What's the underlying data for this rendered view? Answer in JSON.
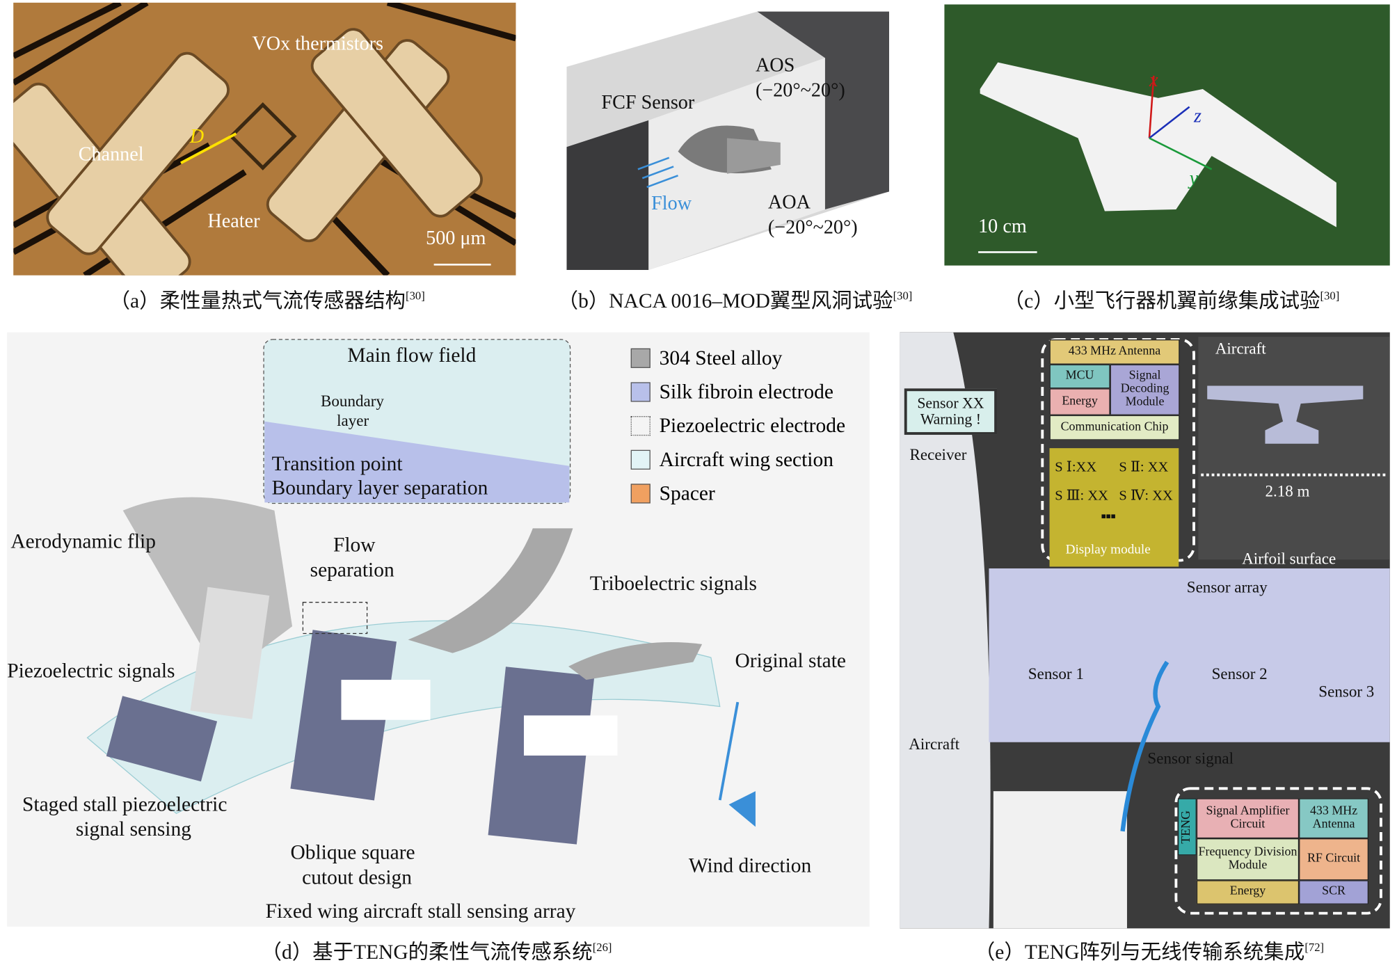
{
  "panel_a": {
    "labels": {
      "thermistors": "VOx thermistors",
      "channel": "Channel",
      "d": "D",
      "heater": "Heater",
      "scale": "500 μm"
    },
    "caption": "（a）柔性量热式气流传感器结构",
    "ref": "[30]"
  },
  "panel_b": {
    "labels": {
      "sensor": "FCF Sensor",
      "aos": "AOS",
      "aos_range": "(−20°~20°)",
      "flow": "Flow",
      "aoa": "AOA",
      "aoa_range": "(−20°~20°)"
    },
    "caption": "（b）NACA 0016–MOD翼型风洞试验",
    "ref": "[30]"
  },
  "panel_c": {
    "labels": {
      "x": "x",
      "y": "y",
      "z": "z",
      "scale": "10 cm"
    },
    "caption": "（c）小型飞行器机翼前缘集成试验",
    "ref": "[30]"
  },
  "panel_d": {
    "legend": [
      {
        "label": "304 Steel alloy",
        "color": "#a8a8a8"
      },
      {
        "label": "Silk fibroin electrode",
        "color": "#b8c0ea"
      },
      {
        "label": "Piezoelectric electrode",
        "color": "#f4f4f4"
      },
      {
        "label": "Aircraft wing section",
        "color": "#e2f4f6"
      },
      {
        "label": "Spacer",
        "color": "#f0a060"
      }
    ],
    "inset": {
      "title": "Main flow field",
      "boundary": "Boundary",
      "layer": "layer",
      "transition": "Transition point",
      "separation": "Boundary layer separation"
    },
    "labels": {
      "flip": "Aerodynamic flip",
      "flow_sep_1": "Flow",
      "flow_sep_2": "separation",
      "tribo": "Triboelectric signals",
      "piezo": "Piezoelectric signals",
      "original": "Original state",
      "staged_1": "Staged stall piezoelectric",
      "staged_2": "signal sensing",
      "oblique_1": "Oblique square",
      "oblique_2": "cutout design",
      "wind": "Wind direction",
      "array": "Fixed wing aircraft stall sensing array"
    },
    "caption": "（d）基于TENG的柔性气流传感系统",
    "ref": "[26]"
  },
  "panel_e": {
    "receiver": {
      "screen_1": "Sensor XX",
      "screen_2": "Warning !",
      "label": "Receiver"
    },
    "decoder": {
      "antenna": "433 MHz Antenna",
      "mcu": "MCU",
      "energy": "Energy",
      "signal": "Signal Decoding Module",
      "chip": "Communication Chip"
    },
    "display": {
      "s1": "S Ⅰ:XX",
      "s2": "S Ⅱ:  XX",
      "s3": "S Ⅲ:  XX",
      "s4": "S Ⅳ:  XX",
      "more": "■■■",
      "label": "Display module"
    },
    "aircraft_photo": {
      "label": "Aircraft",
      "span": "2.18 m",
      "surface": "Airfoil surface"
    },
    "wing": {
      "array": "Sensor array",
      "s1": "Sensor 1",
      "s2": "Sensor 2",
      "s3": "Sensor 3",
      "signal": "Sensor signal",
      "aircraft": "Aircraft"
    },
    "transmitter": {
      "teng": "TENG",
      "amp": "Signal Amplifier Circuit",
      "antenna": "433 MHz Antenna",
      "freq": "Frequency Division Module",
      "rf": "RF Circuit",
      "energy": "Energy",
      "scr": "SCR"
    },
    "caption": "（e）TENG阵列与无线传输系统集成",
    "ref": "[72]"
  }
}
